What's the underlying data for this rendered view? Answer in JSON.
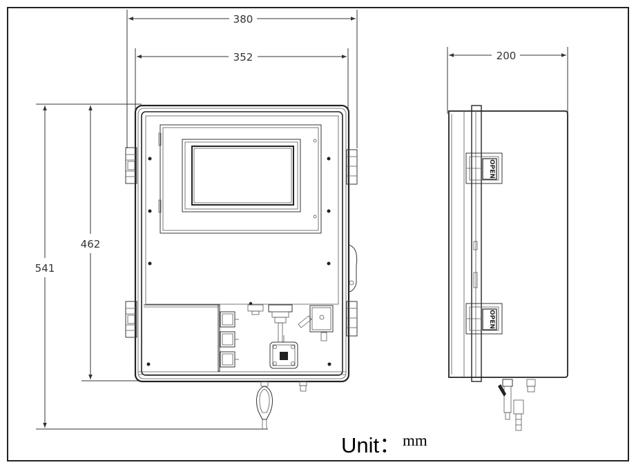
{
  "dimensions": {
    "total_width": "380",
    "inner_width": "352",
    "depth": "200",
    "inner_height": "462",
    "total_height": "541"
  },
  "side_view": {
    "latch_label": "OPEN"
  },
  "unit": {
    "label": "Unit",
    "separator": "：",
    "value": "mm"
  }
}
